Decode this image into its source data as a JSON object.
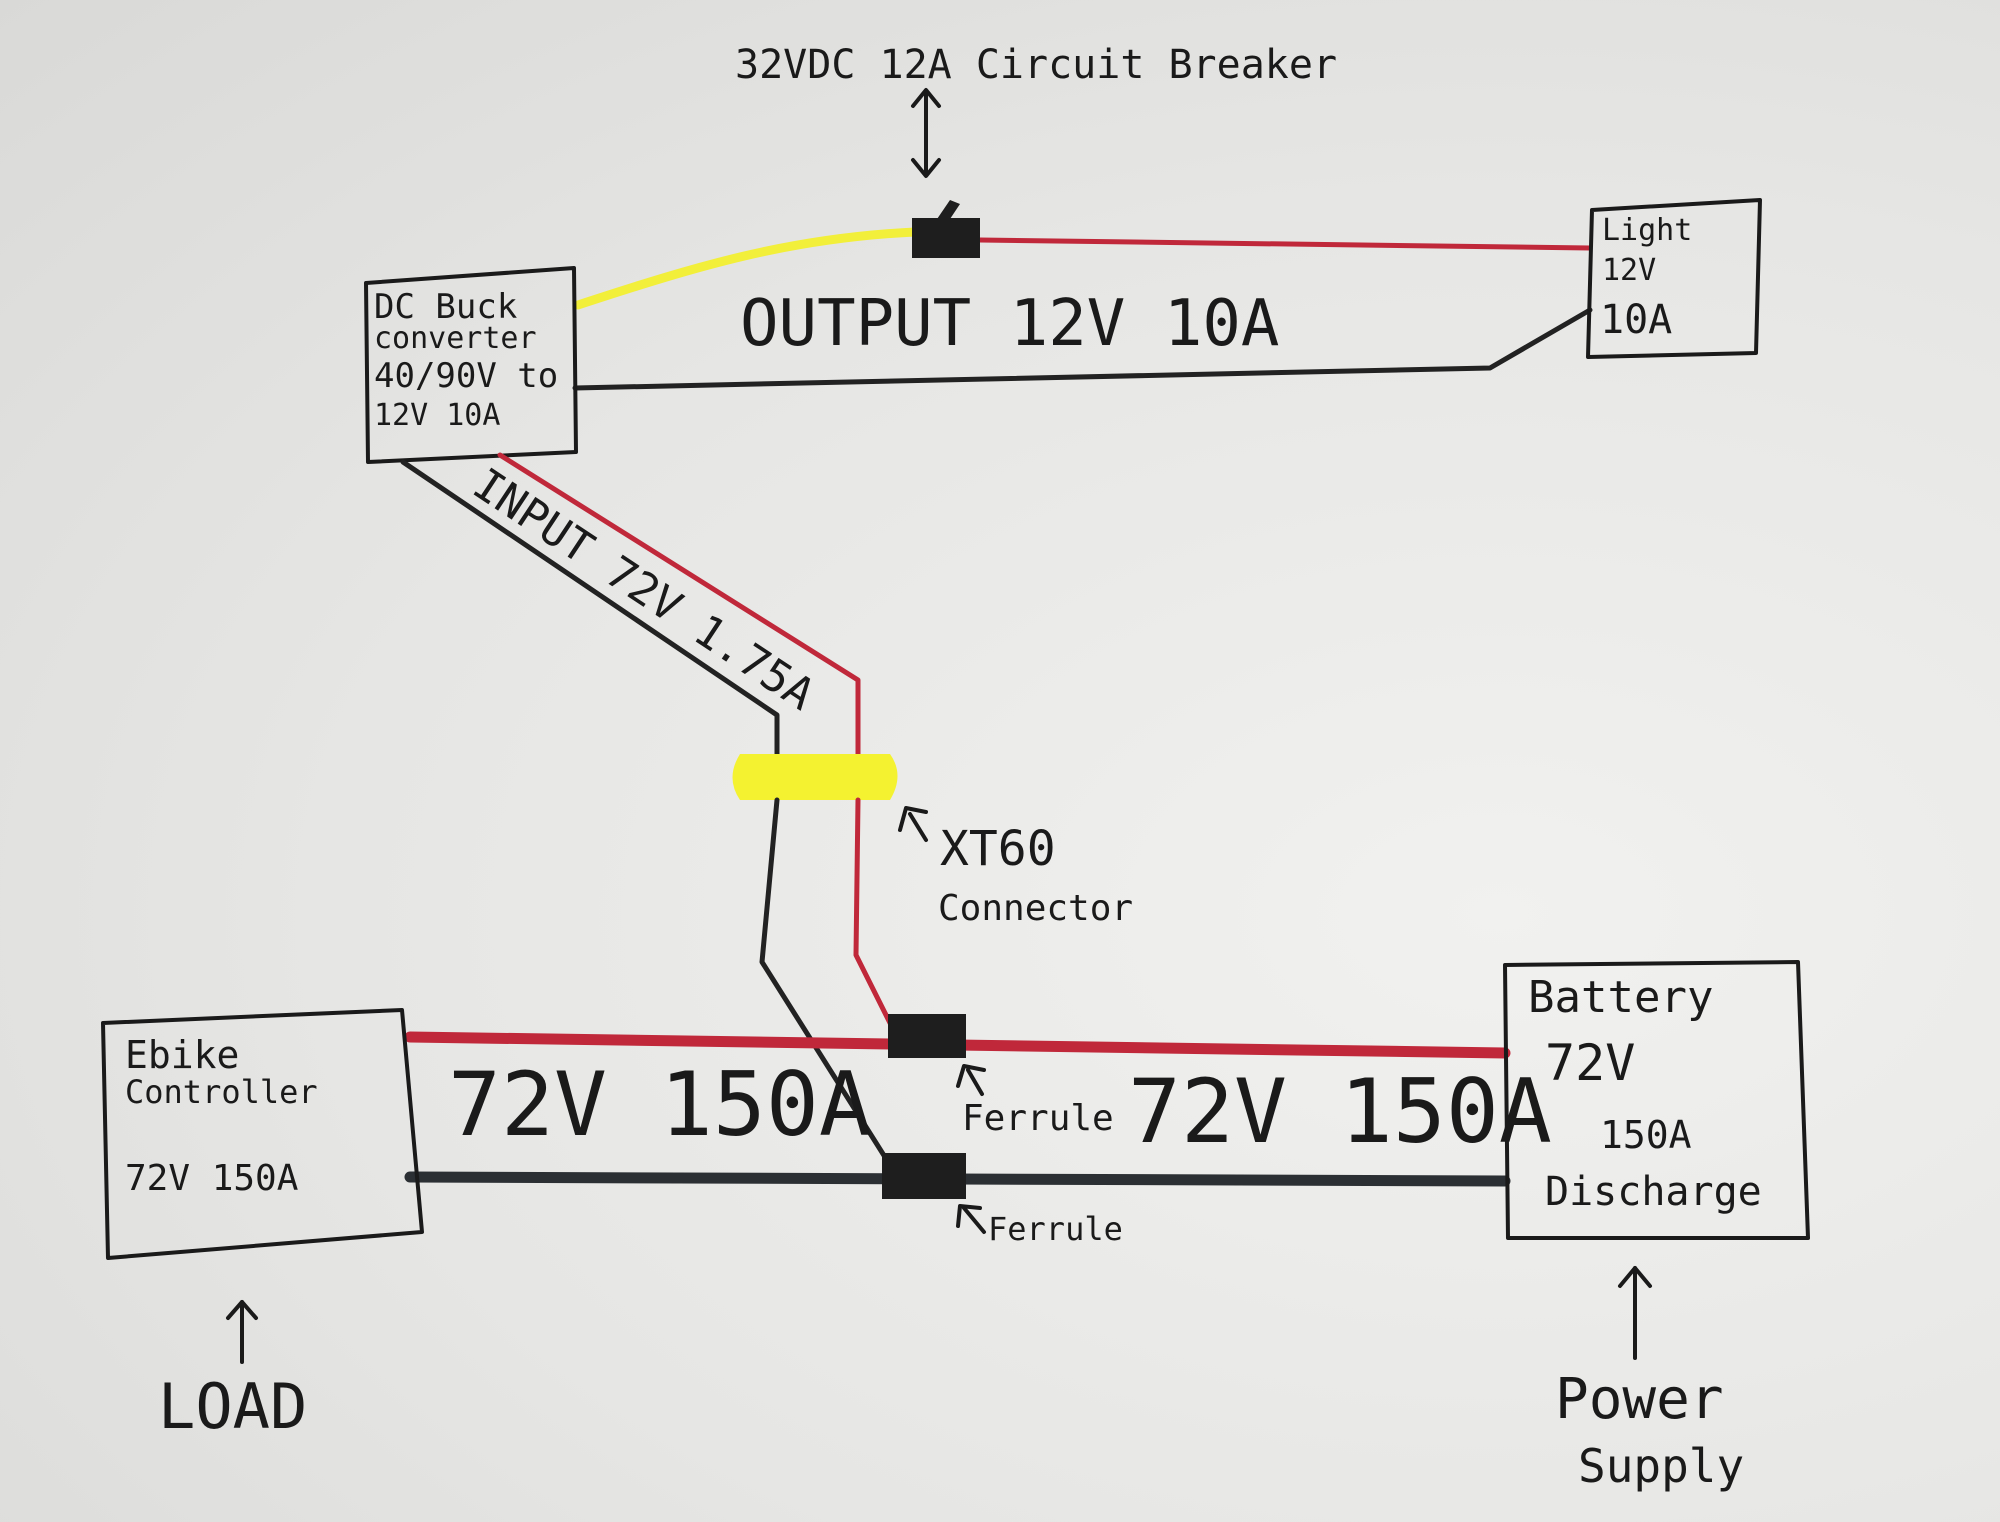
{
  "breaker": {
    "label": "32VDC 12A Circuit Breaker"
  },
  "buck": {
    "lines": [
      "DC Buck",
      "converter",
      "40/90V to",
      "12V 10A"
    ]
  },
  "light": {
    "lines": [
      "Light",
      "12V",
      "10A"
    ]
  },
  "output": {
    "label": "OUTPUT 12V 10A"
  },
  "input": {
    "label": "INPUT 72V 1.75A"
  },
  "xt60": {
    "lines": [
      "XT60",
      "Connector"
    ]
  },
  "controller": {
    "lines": [
      "Ebike",
      "Controller"
    ],
    "rating": "72V 150A"
  },
  "battery": {
    "lines": [
      "Battery",
      "72V",
      "150A",
      "Discharge"
    ]
  },
  "main_left": {
    "label": "72V 150A"
  },
  "main_right": {
    "label": "72V 150A"
  },
  "ferrule_top": {
    "label": "Ferrule"
  },
  "ferrule_bottom": {
    "label": "Ferrule"
  },
  "load": {
    "label": "LOAD"
  },
  "supply": {
    "lines": [
      "Power",
      "Supply"
    ]
  },
  "colors": {
    "positive": "#c0283a",
    "negative": "#222222",
    "highlight": "#f2ef3a"
  }
}
